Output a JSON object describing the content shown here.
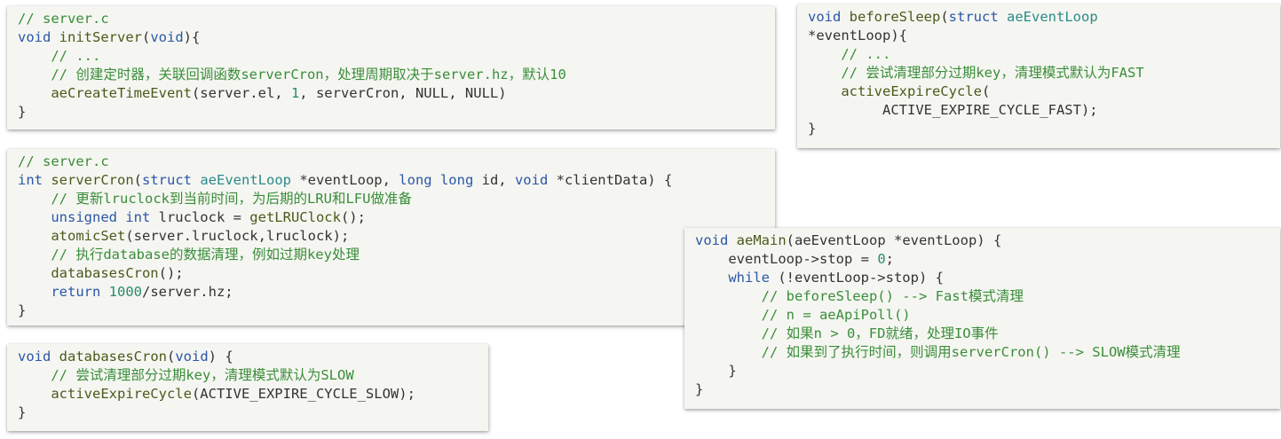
{
  "cards": {
    "init_server": {
      "lines": [
        [
          {
            "c": "cmt",
            "t": "// server.c"
          }
        ],
        [
          {
            "c": "kw",
            "t": "void "
          },
          {
            "c": "fn",
            "t": "initServer"
          },
          {
            "c": "pl",
            "t": "("
          },
          {
            "c": "kw",
            "t": "void"
          },
          {
            "c": "pl",
            "t": "){"
          }
        ],
        [
          {
            "c": "cmt",
            "t": "    // ..."
          }
        ],
        [
          {
            "c": "cmt",
            "t": "    // 创建定时器，关联回调函数serverCron，处理周期取决于server.hz，默认10"
          }
        ],
        [
          {
            "c": "fn",
            "t": "    aeCreateTimeEvent"
          },
          {
            "c": "pl",
            "t": "(server.el, "
          },
          {
            "c": "num",
            "t": "1"
          },
          {
            "c": "pl",
            "t": ", serverCron, NULL, NULL)"
          }
        ],
        [
          {
            "c": "pl",
            "t": "}"
          }
        ]
      ]
    },
    "server_cron": {
      "lines": [
        [
          {
            "c": "cmt",
            "t": "// server.c"
          }
        ],
        [
          {
            "c": "kw",
            "t": "int "
          },
          {
            "c": "fn",
            "t": "serverCron"
          },
          {
            "c": "pl",
            "t": "("
          },
          {
            "c": "kw",
            "t": "struct "
          },
          {
            "c": "ty",
            "t": "aeEventLoop "
          },
          {
            "c": "pl",
            "t": "*eventLoop, "
          },
          {
            "c": "kw",
            "t": "long long "
          },
          {
            "c": "pl",
            "t": "id, "
          },
          {
            "c": "kw",
            "t": "void "
          },
          {
            "c": "pl",
            "t": "*clientData) {"
          }
        ],
        [
          {
            "c": "cmt",
            "t": "    // 更新lruclock到当前时间，为后期的LRU和LFU做准备"
          }
        ],
        [
          {
            "c": "kw",
            "t": "    unsigned int "
          },
          {
            "c": "pl",
            "t": "lruclock = "
          },
          {
            "c": "fn",
            "t": "getLRUClock"
          },
          {
            "c": "pl",
            "t": "();"
          }
        ],
        [
          {
            "c": "fn",
            "t": "    atomicSet"
          },
          {
            "c": "pl",
            "t": "(server.lruclock,lruclock);"
          }
        ],
        [
          {
            "c": "cmt",
            "t": "    // 执行database的数据清理，例如过期key处理"
          }
        ],
        [
          {
            "c": "fn",
            "t": "    databasesCron"
          },
          {
            "c": "pl",
            "t": "();"
          }
        ],
        [
          {
            "c": "kw",
            "t": "    return "
          },
          {
            "c": "num",
            "t": "1000"
          },
          {
            "c": "pl",
            "t": "/server.hz;"
          }
        ],
        [
          {
            "c": "pl",
            "t": "}"
          }
        ]
      ]
    },
    "databases_cron": {
      "lines": [
        [
          {
            "c": "kw",
            "t": "void "
          },
          {
            "c": "fn",
            "t": "databasesCron"
          },
          {
            "c": "pl",
            "t": "("
          },
          {
            "c": "kw",
            "t": "void"
          },
          {
            "c": "pl",
            "t": ") {"
          }
        ],
        [
          {
            "c": "cmt",
            "t": "    // 尝试清理部分过期key，清理模式默认为SLOW"
          }
        ],
        [
          {
            "c": "fn",
            "t": "    activeExpireCycle"
          },
          {
            "c": "pl",
            "t": "(ACTIVE_EXPIRE_CYCLE_SLOW);"
          }
        ],
        [
          {
            "c": "pl",
            "t": "}"
          }
        ]
      ]
    },
    "before_sleep": {
      "lines": [
        [
          {
            "c": "kw",
            "t": "void "
          },
          {
            "c": "fn",
            "t": "beforeSleep"
          },
          {
            "c": "pl",
            "t": "("
          },
          {
            "c": "kw",
            "t": "struct "
          },
          {
            "c": "ty",
            "t": "aeEventLoop"
          }
        ],
        [
          {
            "c": "pl",
            "t": "*eventLoop){"
          }
        ],
        [
          {
            "c": "cmt",
            "t": "    // ..."
          }
        ],
        [
          {
            "c": "cmt",
            "t": "    // 尝试清理部分过期key，清理模式默认为FAST"
          }
        ],
        [
          {
            "c": "fn",
            "t": "    activeExpireCycle"
          },
          {
            "c": "pl",
            "t": "("
          }
        ],
        [
          {
            "c": "pl",
            "t": "         ACTIVE_EXPIRE_CYCLE_FAST);"
          }
        ],
        [
          {
            "c": "pl",
            "t": "}"
          }
        ]
      ]
    },
    "ae_main": {
      "lines": [
        [
          {
            "c": "kw",
            "t": "void "
          },
          {
            "c": "fn",
            "t": "aeMain"
          },
          {
            "c": "pl",
            "t": "(aeEventLoop *eventLoop) {"
          }
        ],
        [
          {
            "c": "pl",
            "t": "    eventLoop->stop = "
          },
          {
            "c": "num",
            "t": "0"
          },
          {
            "c": "pl",
            "t": ";"
          }
        ],
        [
          {
            "c": "kw",
            "t": "    while "
          },
          {
            "c": "pl",
            "t": "(!eventLoop->stop) {"
          }
        ],
        [
          {
            "c": "cmt",
            "t": "        // beforeSleep() --> Fast模式清理"
          }
        ],
        [
          {
            "c": "cmt",
            "t": "        // n = aeApiPoll()"
          }
        ],
        [
          {
            "c": "cmt",
            "t": "        // 如果n > 0，FD就绪，处理IO事件"
          }
        ],
        [
          {
            "c": "cmt",
            "t": "        // 如果到了执行时间，则调用serverCron() --> SLOW模式清理"
          }
        ],
        [
          {
            "c": "pl",
            "t": "    }"
          }
        ],
        [
          {
            "c": "pl",
            "t": "}"
          }
        ]
      ]
    }
  },
  "colors": {
    "card_background": "#f5f6f1",
    "comment": "#3a8d3a",
    "keyword": "#2a56a8",
    "type": "#2a8a8a",
    "function": "#4a5a1c",
    "number": "#2a8a6a",
    "plain": "#333333"
  }
}
